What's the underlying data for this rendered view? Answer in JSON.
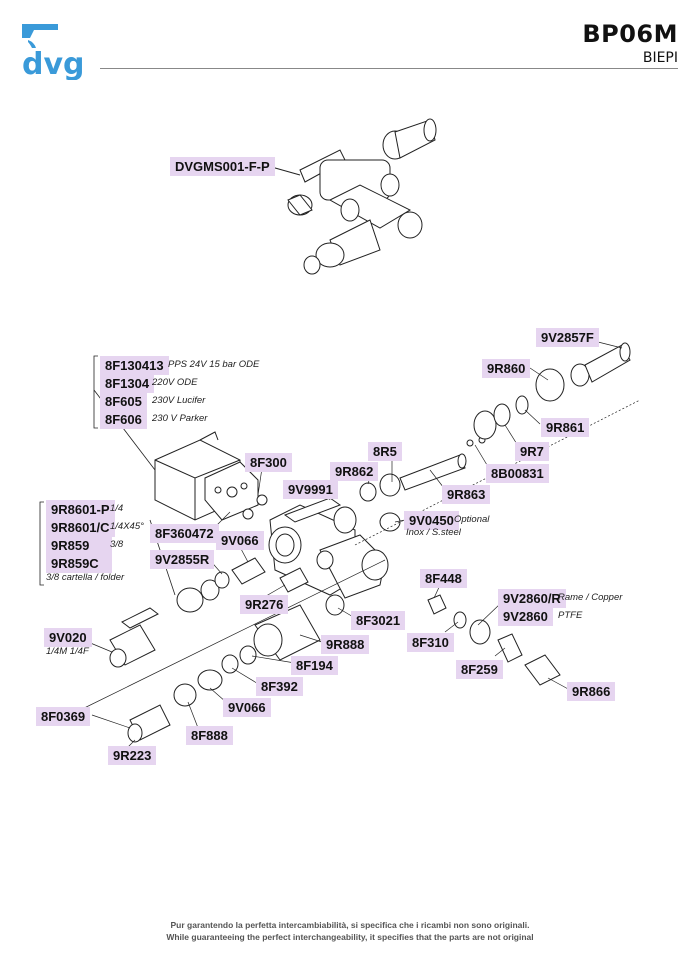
{
  "brand": {
    "logo_text": "dvg",
    "color": "#3a9ad9"
  },
  "header": {
    "model": "BP06M",
    "subtitle": "BIEPI"
  },
  "labels": {
    "assembly": "DVGMS001-F-P",
    "p9V2857F": "9V2857F",
    "p9R860": "9R860",
    "p9R861": "9R861",
    "p9R7": "9R7",
    "p8B00831": "8B00831",
    "p8R5": "8R5",
    "p9R862": "9R862",
    "p9R863": "9R863",
    "p9V9991": "9V9991",
    "p8F300": "8F300",
    "p8F360472": "8F360472",
    "p9V066a": "9V066",
    "p9V2855R": "9V2855R",
    "p9R276": "9R276",
    "p9V0450": "9V0450",
    "p8F3021": "8F3021",
    "p9R888": "9R888",
    "p8F194": "8F194",
    "p8F392": "8F392",
    "p9V066b": "9V066",
    "p8F888": "8F888",
    "p8F0369": "8F0369",
    "p9R223": "9R223",
    "p9V020": "9V020",
    "p8F448": "8F448",
    "p8F310": "8F310",
    "p9V2860R": "9V2860/R",
    "p9V2860": "9V2860",
    "p8F259": "8F259",
    "p9R866": "9R866",
    "coil1": "8F130413",
    "coil2": "8F1304",
    "coil3": "8F605",
    "coil4": "8F606",
    "valve1": "9R8601-P",
    "valve2": "9R8601/C",
    "valve3": "9R859",
    "valve4": "9R859C"
  },
  "notes": {
    "coil1": "PPS 24V 15 bar ODE",
    "coil2": "220V ODE",
    "coil3": "230V Lucifer",
    "coil4": "230 V Parker",
    "valve1": "1/4",
    "valve2": "1/4X45°",
    "valve3": "3/8",
    "valve4": "3/8 cartella /  folder",
    "p9V020": "1/4M 1/4F",
    "p9V0450_a": "Optional",
    "p9V0450_b": "Inox / S.steel",
    "p9V2860R": "Rame / Copper",
    "p9V2860": "PTFE"
  },
  "footer": {
    "line1": "Pur garantendo la perfetta intercambiabilità, si specifica che i ricambi non sono originali.",
    "line2": "While guaranteeing the perfect interchangeability, it specifies that the parts are not original"
  }
}
